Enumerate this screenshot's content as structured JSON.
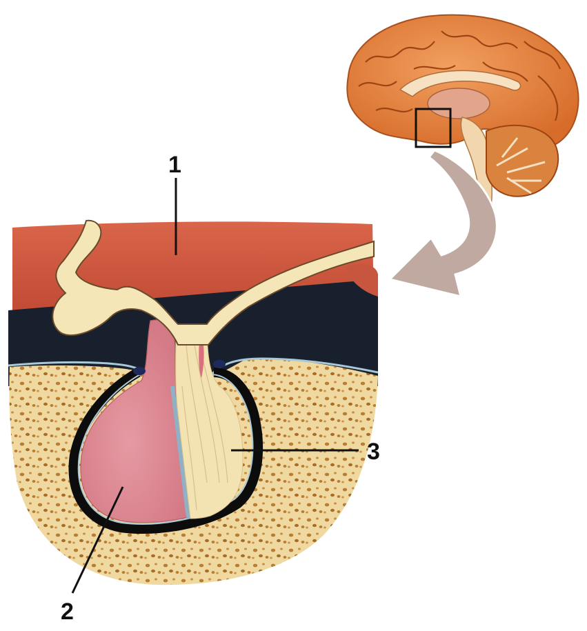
{
  "labels": [
    {
      "id": "1",
      "text": "1"
    },
    {
      "id": "2",
      "text": "2"
    },
    {
      "id": "3",
      "text": "3"
    }
  ],
  "colors": {
    "hypothalamus": "#c8553d",
    "nerve_tissue": "#f5e6b8",
    "anterior_lobe": "#dc8a94",
    "posterior_lobe": "#f3e2b2",
    "bone": "#f0d9a0",
    "bone_pores": "#c08a3a",
    "dark_space": "#17202c",
    "arrow": "#bfa9a1",
    "brain": "#e5853e"
  }
}
